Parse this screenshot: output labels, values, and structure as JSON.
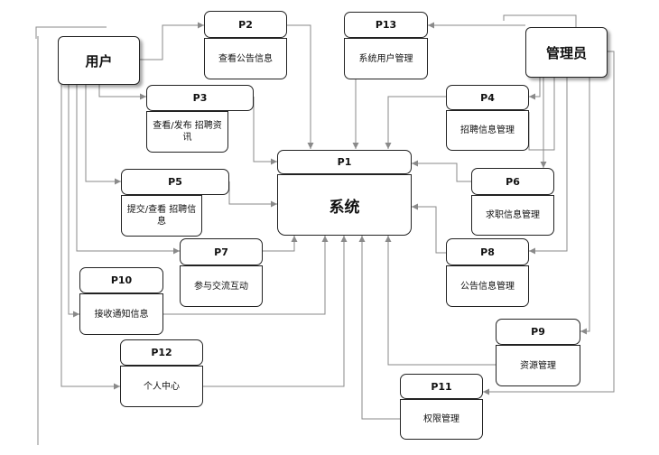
{
  "colors": {
    "line": "#8a8a8a",
    "border": "#222222"
  },
  "actors": {
    "user": "用户",
    "admin": "管理员"
  },
  "system": {
    "id": "P1",
    "label": "系统"
  },
  "processes": {
    "p2": {
      "id": "P2",
      "label": "查看公告信息"
    },
    "p3": {
      "id": "P3",
      "label": "查看/发布 招聘资讯"
    },
    "p4": {
      "id": "P4",
      "label": "招聘信息管理"
    },
    "p5": {
      "id": "P5",
      "label": "提交/查看 招聘信息"
    },
    "p6": {
      "id": "P6",
      "label": "求职信息管理"
    },
    "p7": {
      "id": "P7",
      "label": "参与交流互动"
    },
    "p8": {
      "id": "P8",
      "label": "公告信息管理"
    },
    "p9": {
      "id": "P9",
      "label": "资源管理"
    },
    "p10": {
      "id": "P10",
      "label": "接收通知信息"
    },
    "p11": {
      "id": "P11",
      "label": "权限管理"
    },
    "p12": {
      "id": "P12",
      "label": "个人中心"
    },
    "p13": {
      "id": "P13",
      "label": "系统用户管理"
    }
  }
}
